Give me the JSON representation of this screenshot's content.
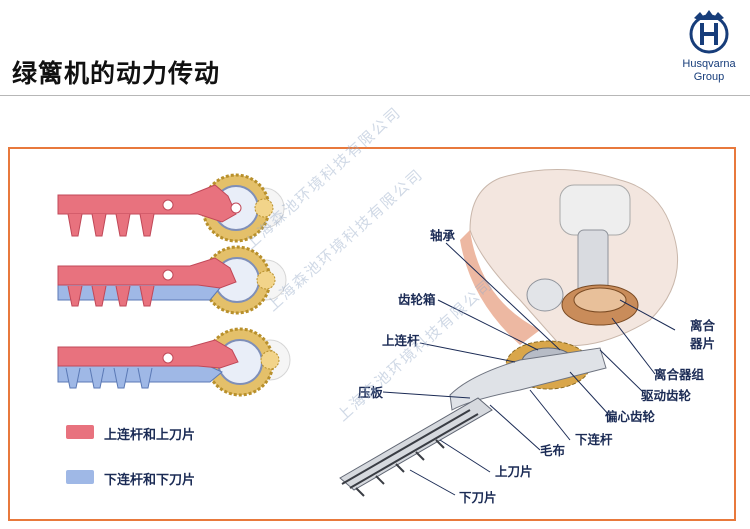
{
  "slide": {
    "title": "绿篱机的动力传动"
  },
  "logo": {
    "brand_line1": "Husqvarna",
    "brand_line2": "Group",
    "icon": "husqvarna-crown-h-logo"
  },
  "legend": {
    "upper": {
      "label": "上连杆和上刀片",
      "color": "#e8727e"
    },
    "lower": {
      "label": "下连杆和下刀片",
      "color": "#9fb8e6"
    }
  },
  "callouts": {
    "bearing": "轴承",
    "gearbox": "齿轮箱",
    "upper_link": "上连杆",
    "press_plate": "压板",
    "clutch_shoe_1": "离合",
    "clutch_shoe_2": "器片",
    "clutch_assembly": "离合器组",
    "drive_gear": "驱动齿轮",
    "eccentric_gear": "偏心齿轮",
    "lower_link": "下连杆",
    "felt": "毛布",
    "upper_blade": "上刀片",
    "lower_blade": "下刀片"
  },
  "watermarks": [
    "上海森池环境科技有限公司",
    "上海森池环境科技有限公司",
    "上海森池环境科技有限公司"
  ],
  "colors": {
    "frame_border": "#e8793c",
    "label_text": "#1b2b55",
    "gear": "#c9a23a"
  }
}
